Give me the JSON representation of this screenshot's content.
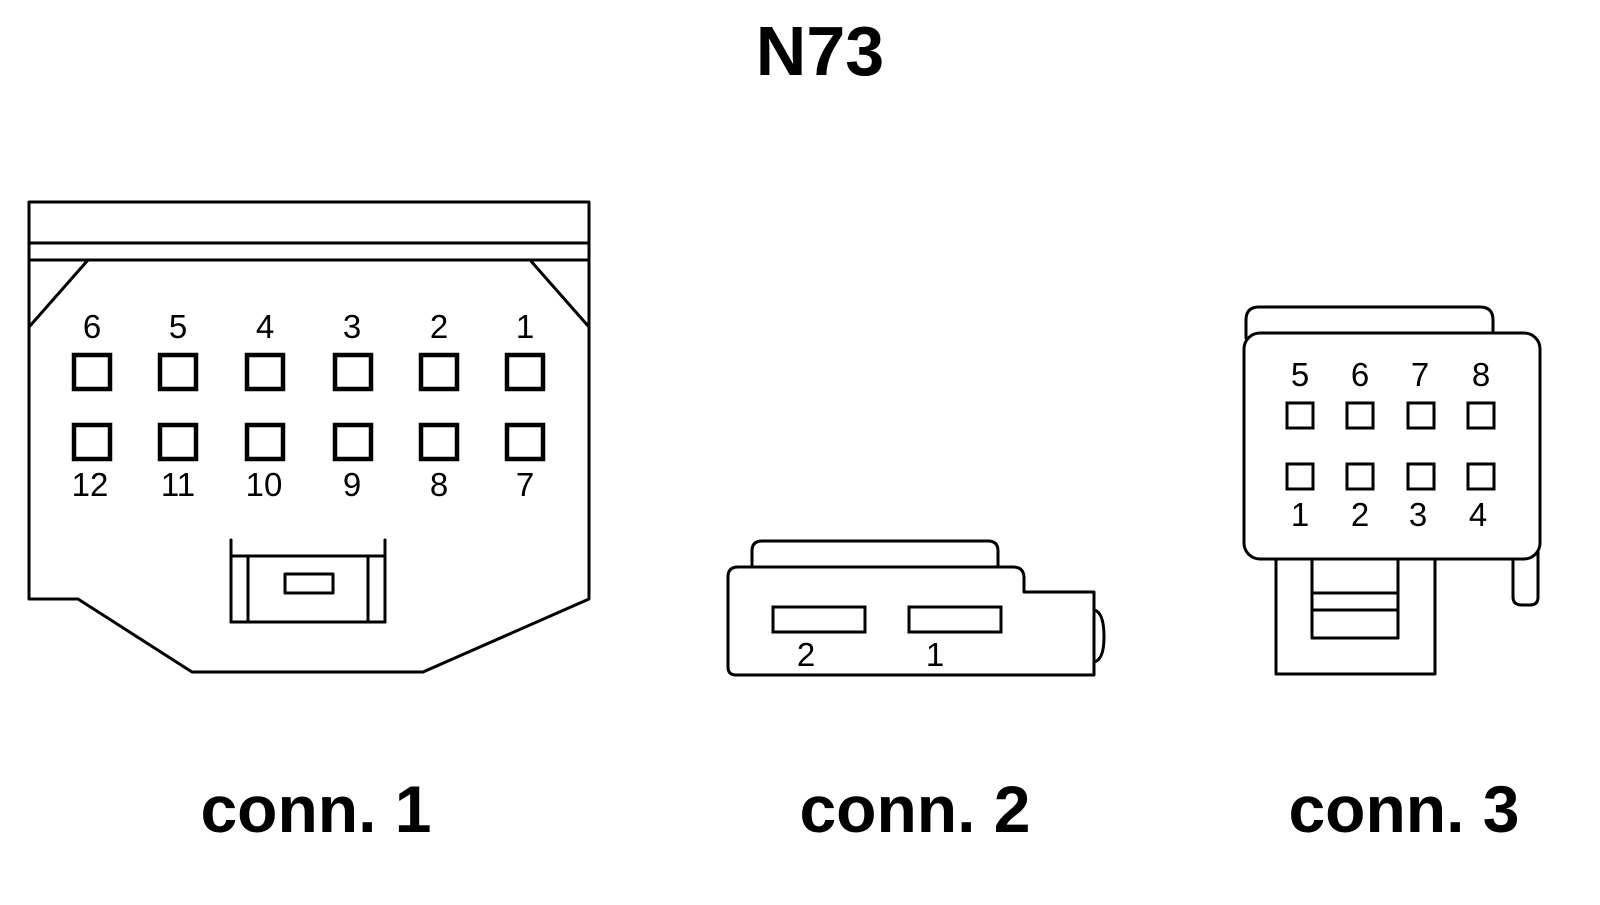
{
  "diagram": {
    "title": "N73",
    "connectors": [
      {
        "caption": "conn. 1",
        "top_row_pins": [
          "6",
          "5",
          "4",
          "3",
          "2",
          "1"
        ],
        "bottom_row_pins": [
          "12",
          "11",
          "10",
          "9",
          "8",
          "7"
        ]
      },
      {
        "caption": "conn. 2",
        "pins": [
          "2",
          "1"
        ]
      },
      {
        "caption": "conn. 3",
        "top_row_pins": [
          "5",
          "6",
          "7",
          "8"
        ],
        "bottom_row_pins": [
          "1",
          "2",
          "3",
          "4"
        ]
      }
    ]
  }
}
